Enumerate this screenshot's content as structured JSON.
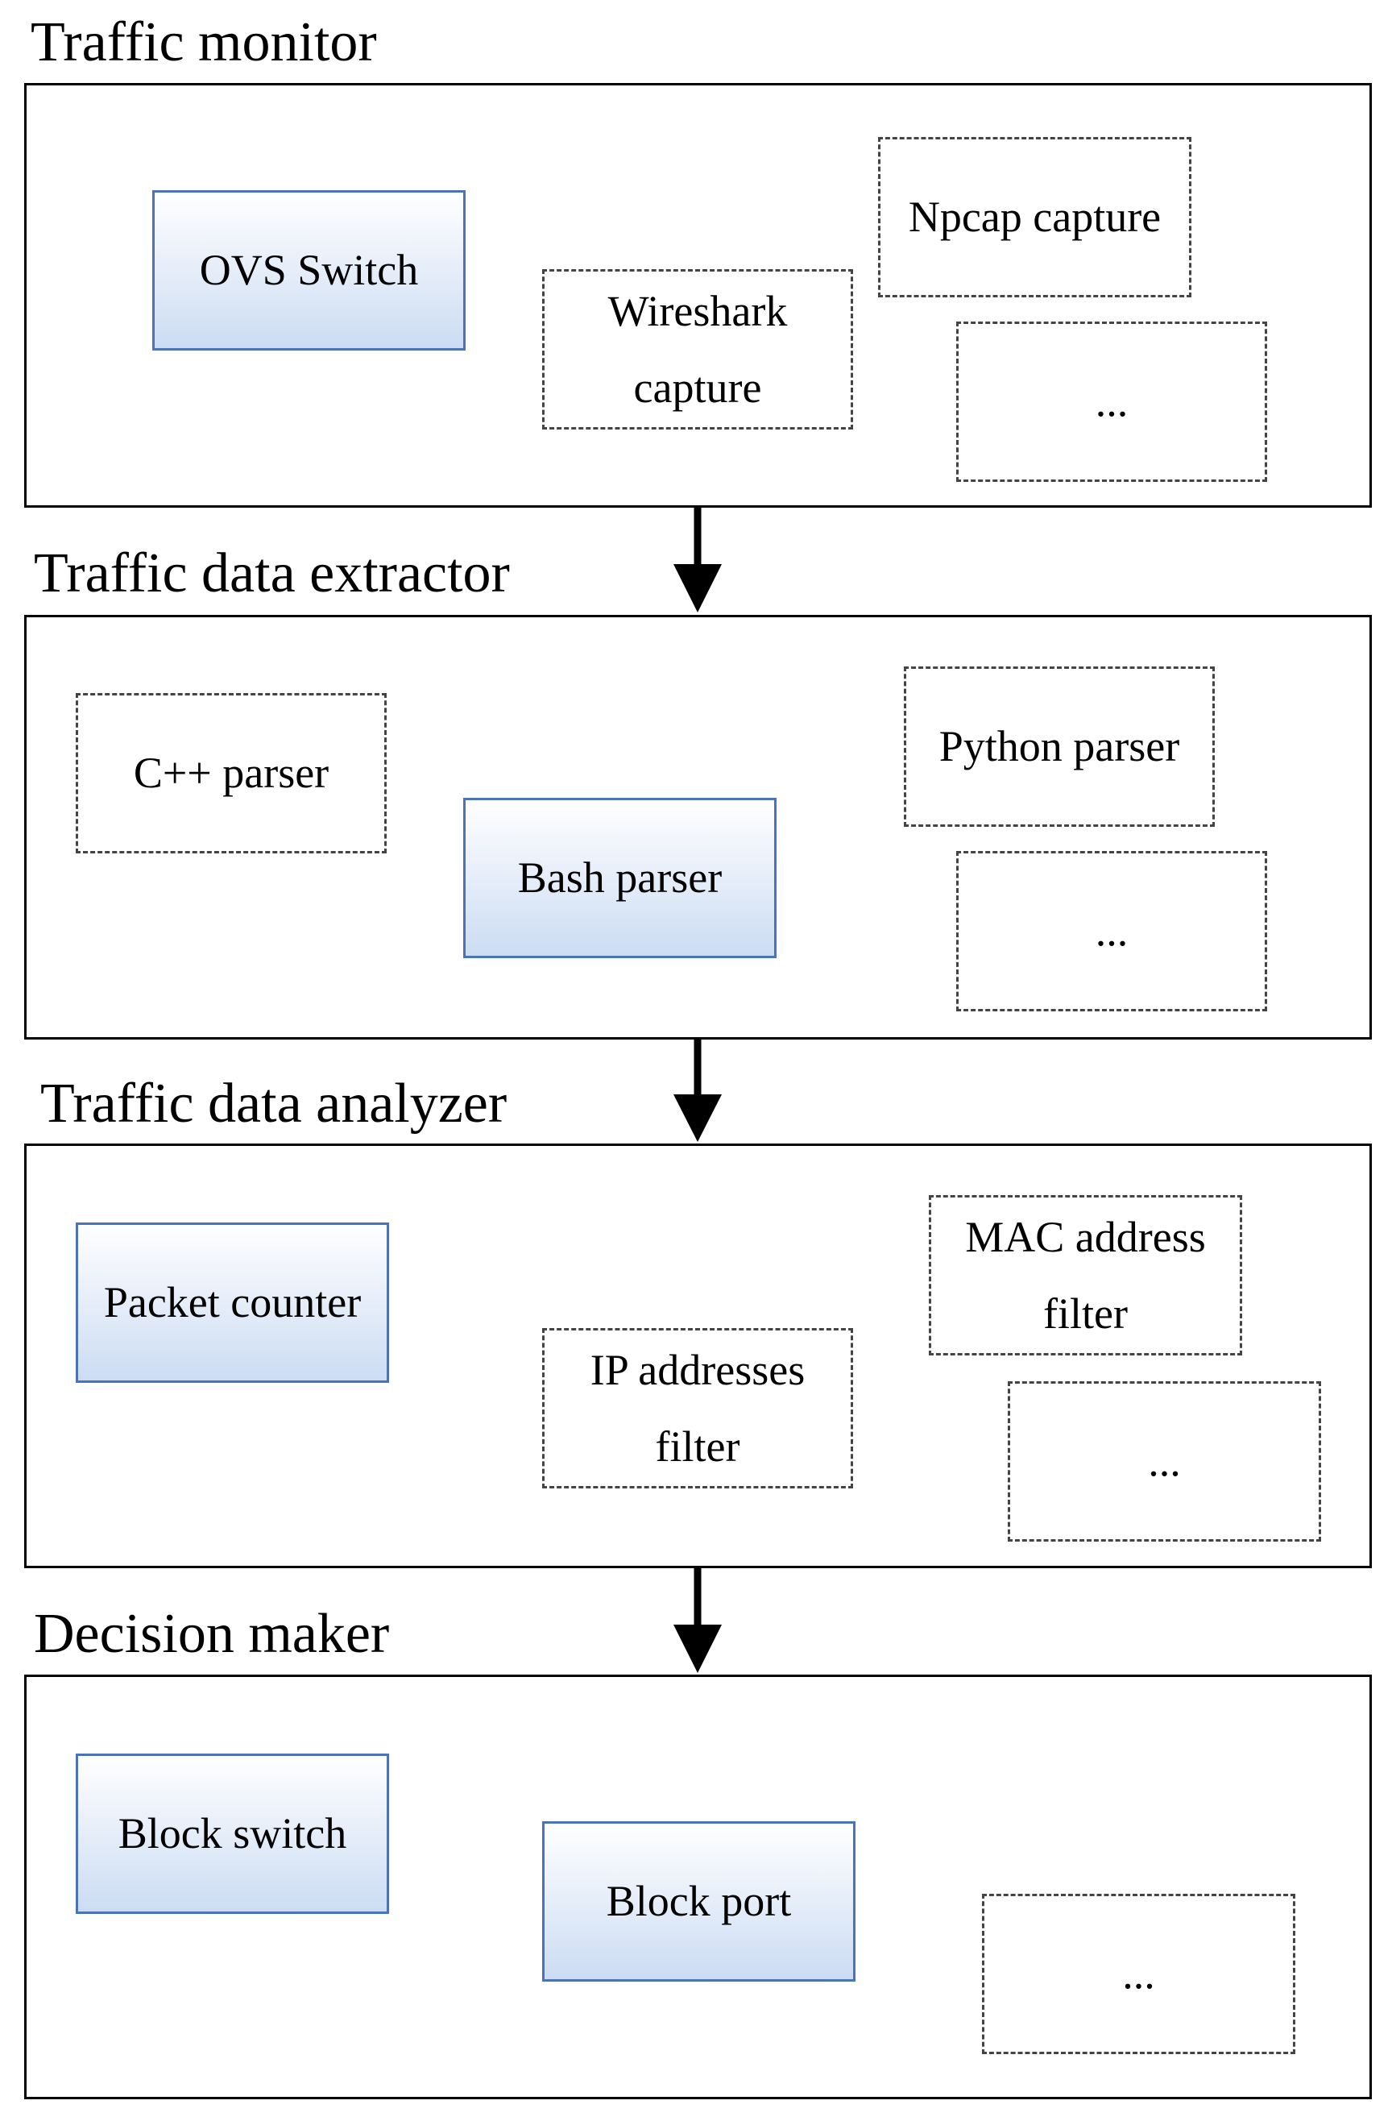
{
  "stages": [
    {
      "title": "Traffic monitor",
      "nodes": [
        {
          "label": "OVS Switch",
          "style": "solid"
        },
        {
          "label": "Wireshark capture",
          "style": "dashed"
        },
        {
          "label": "Npcap capture",
          "style": "dashed"
        },
        {
          "label": "...",
          "style": "dashed"
        }
      ]
    },
    {
      "title": "Traffic data extractor",
      "nodes": [
        {
          "label": "C++ parser",
          "style": "dashed"
        },
        {
          "label": "Bash parser",
          "style": "solid"
        },
        {
          "label": "Python parser",
          "style": "dashed"
        },
        {
          "label": "...",
          "style": "dashed"
        }
      ]
    },
    {
      "title": "Traffic data analyzer",
      "nodes": [
        {
          "label": "Packet counter",
          "style": "solid"
        },
        {
          "label": "IP addresses filter",
          "style": "dashed"
        },
        {
          "label": "MAC address filter",
          "style": "dashed"
        },
        {
          "label": "...",
          "style": "dashed"
        }
      ]
    },
    {
      "title": "Decision maker",
      "nodes": [
        {
          "label": "Block switch",
          "style": "solid"
        },
        {
          "label": "Block port",
          "style": "solid"
        },
        {
          "label": "...",
          "style": "dashed"
        }
      ]
    }
  ],
  "flow": [
    {
      "from": "Traffic monitor",
      "to": "Traffic data extractor"
    },
    {
      "from": "Traffic data extractor",
      "to": "Traffic data analyzer"
    },
    {
      "from": "Traffic data analyzer",
      "to": "Decision maker"
    }
  ],
  "colors": {
    "solid_border": "#4a73b8",
    "solid_fill_top": "#ffffff",
    "solid_fill_bottom": "#ccdcf3",
    "dashed_border": "#444444",
    "frame": "#000000"
  }
}
